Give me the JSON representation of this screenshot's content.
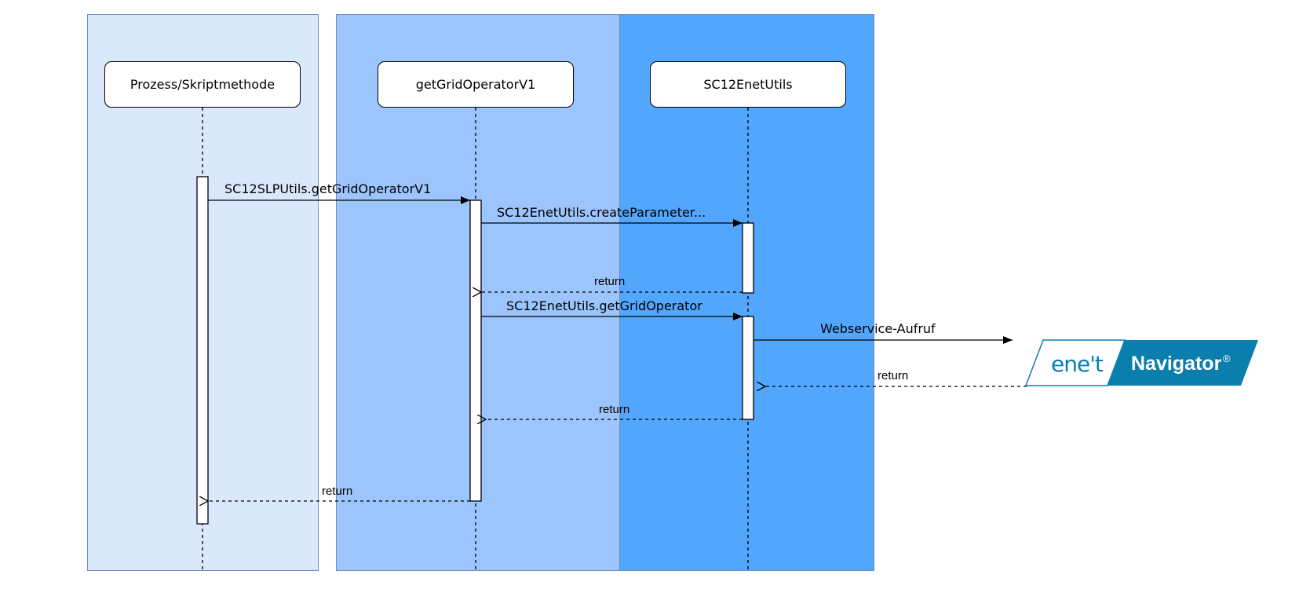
{
  "participants": [
    {
      "label": "Prozess/Skriptmethode"
    },
    {
      "label": "getGridOperatorV1"
    },
    {
      "label": "SC12EnetUtils"
    }
  ],
  "messages": {
    "m1": "SC12SLPUtils.getGridOperatorV1",
    "m2": "SC12EnetUtils.createParameter...",
    "r2": "return",
    "m3": "SC12EnetUtils.getGridOperator",
    "m4": "Webservice-Aufruf",
    "r4": "return",
    "r3": "return",
    "r1": "return"
  },
  "logo": {
    "ene_text": "ene't",
    "product_text": "Navigator",
    "registered_mark": "®"
  },
  "colors": {
    "lane_1": "#dae8fc",
    "lane_2": "#9cc5fd",
    "lane_3": "#52a6fb",
    "lane_border": "#6c8ebf",
    "logo_brand": "#0a7fae"
  }
}
